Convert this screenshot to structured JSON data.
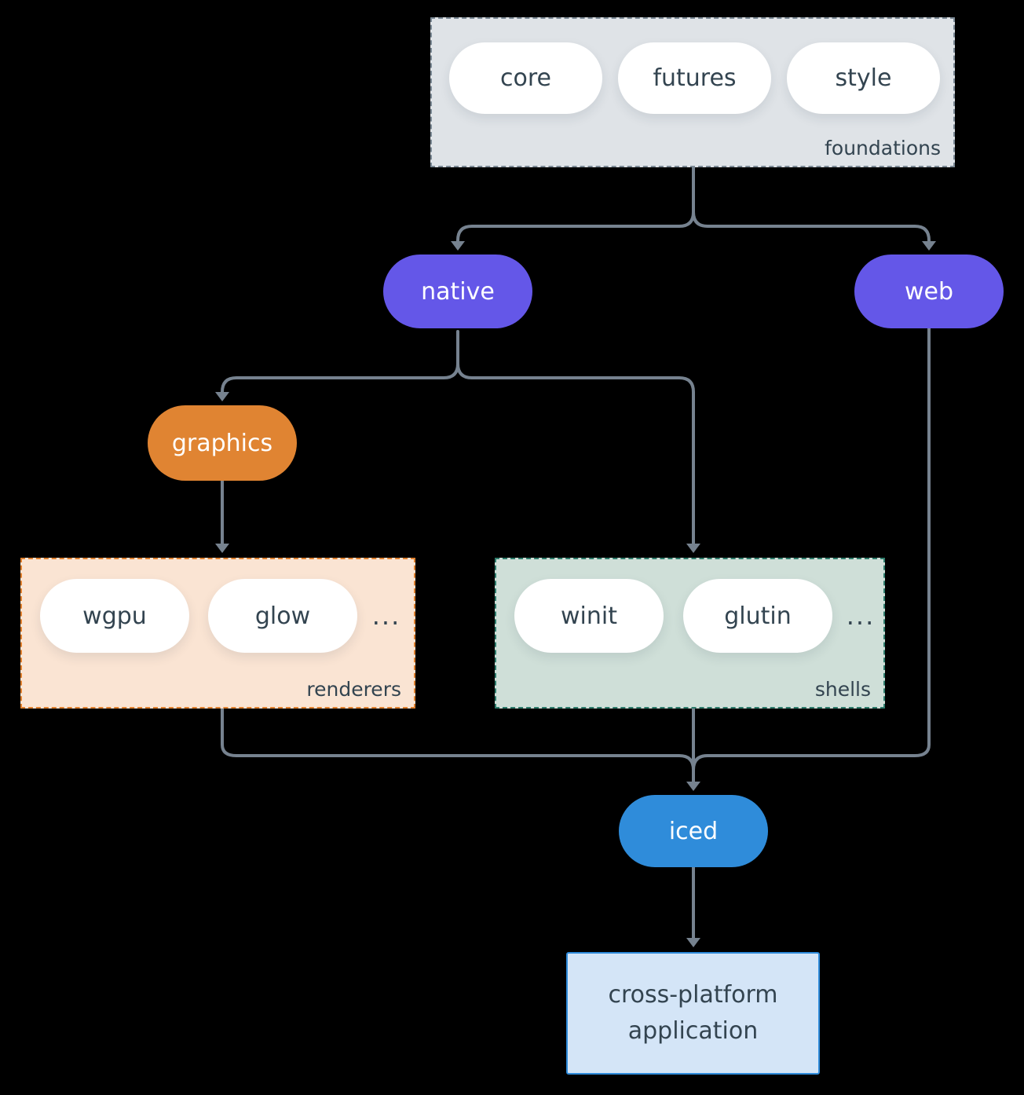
{
  "colors": {
    "canvas-bg": "#000000",
    "arrow": "#76828f",
    "purple": "#6457e8",
    "orange": "#e08432",
    "blue": "#2f8cda",
    "text-dark": "#334450",
    "foundations-bg": "#dfe3e7",
    "foundations-border": "#7b8995",
    "renderers-bg": "#fae4d3",
    "renderers-border": "#e0812f",
    "shells-bg": "#cfdfd8",
    "shells-border": "#2e7c6c",
    "app-bg": "#d4e5f7",
    "app-border": "#2e8bdb"
  },
  "groups": {
    "foundations": {
      "label": "foundations",
      "pills": [
        "core",
        "futures",
        "style"
      ]
    },
    "renderers": {
      "label": "renderers",
      "pills": [
        "wgpu",
        "glow"
      ],
      "ellipsis": "..."
    },
    "shells": {
      "label": "shells",
      "pills": [
        "winit",
        "glutin"
      ],
      "ellipsis": "..."
    }
  },
  "nodes": {
    "native": "native",
    "web": "web",
    "graphics": "graphics",
    "iced": "iced",
    "application": {
      "line1": "cross-platform",
      "line2": "application"
    }
  }
}
